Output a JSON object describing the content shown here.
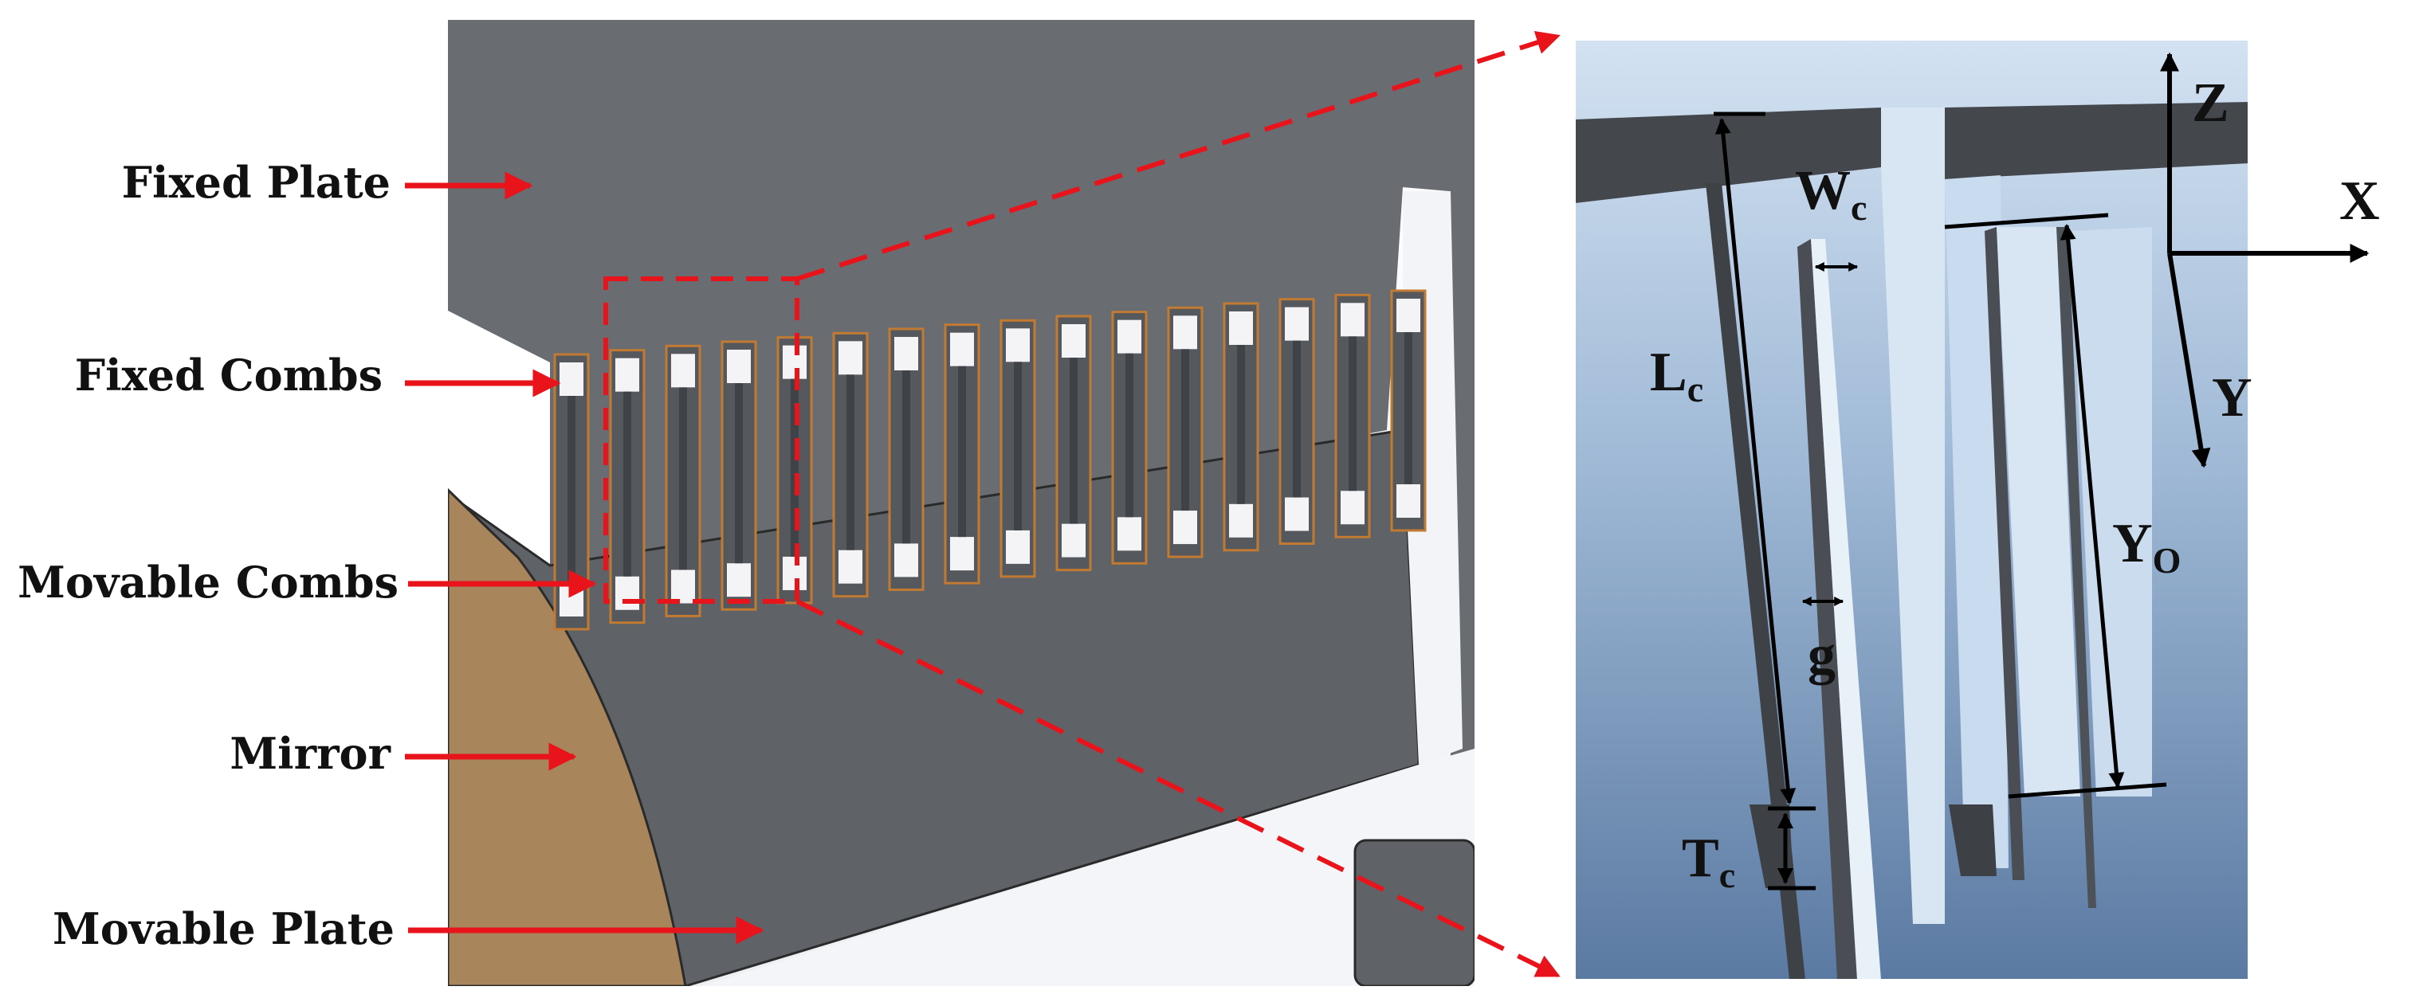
{
  "labels": {
    "fixed_plate": "Fixed Plate",
    "fixed_combs": "Fixed Combs",
    "movable_combs": "Movable Combs",
    "mirror": "Mirror",
    "movable_plate": "Movable Plate"
  },
  "detail": {
    "axis_z": "Z",
    "axis_x": "X",
    "axis_y": "Y",
    "lc_main": "L",
    "lc_sub": "c",
    "wc_main": "W",
    "wc_sub": "c",
    "tc_main": "T",
    "tc_sub": "c",
    "yo_main": "Y",
    "yo_sub": "O",
    "gap": "g"
  },
  "colors": {
    "annotation_red": "#e8131b",
    "plate_gray": "#696d71",
    "mirror_brown": "#a8855a",
    "detail_blue_top": "#d3e2f2",
    "detail_blue_bottom": "#5b7aa2"
  }
}
